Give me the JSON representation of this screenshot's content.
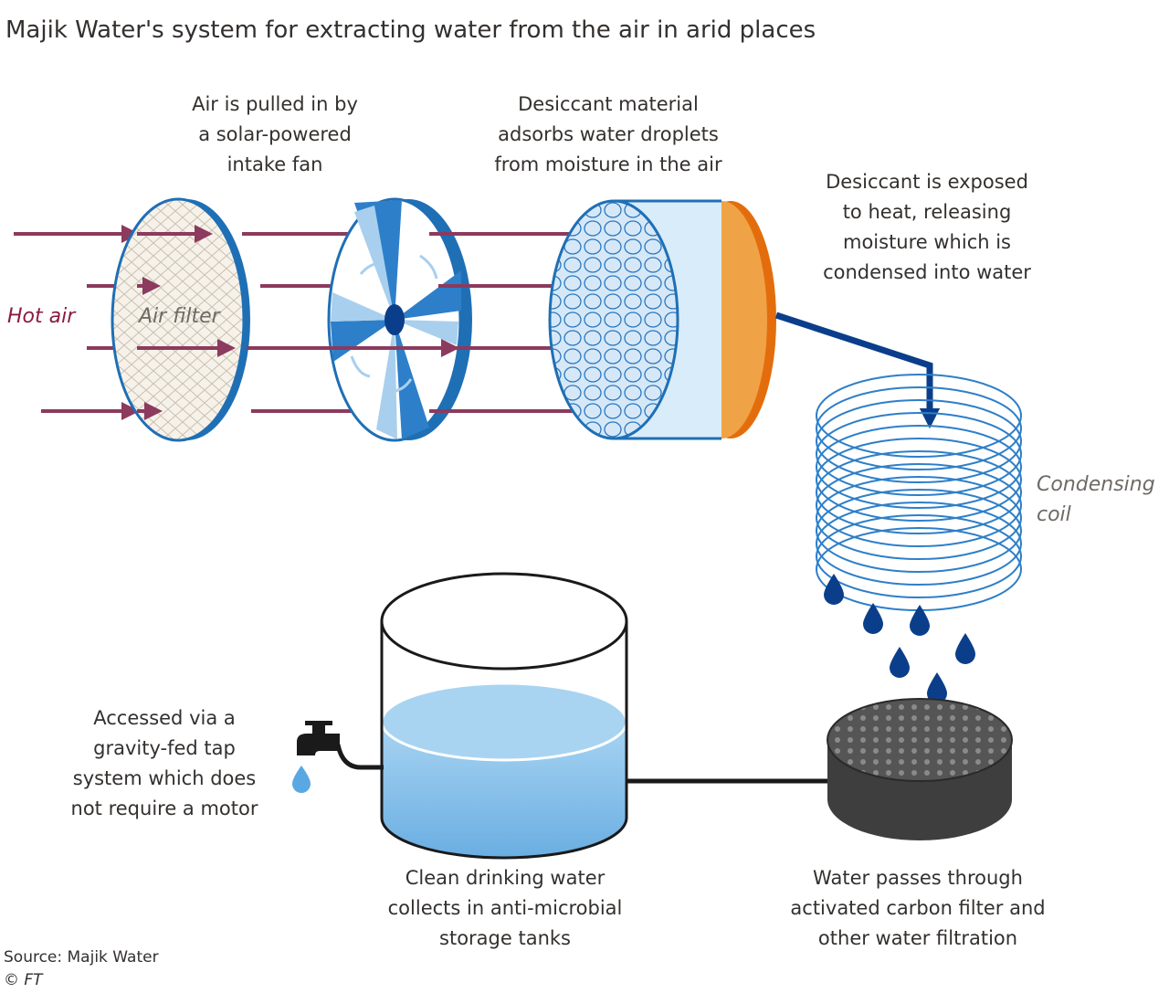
{
  "title": "Majik Water's system for extracting water from the air in arid places",
  "labels": {
    "hot_air": "Hot air",
    "air_filter": "Air filter",
    "fan": [
      "Air is pulled in by",
      "a solar-powered",
      "intake fan"
    ],
    "desiccant": [
      "Desiccant material",
      "adsorbs water droplets",
      "from moisture in the air"
    ],
    "heat": [
      "Desiccant is exposed",
      "to heat, releasing",
      "moisture which is",
      "condensed into water"
    ],
    "coil": [
      "Condensing",
      "coil"
    ],
    "tap": [
      "Accessed via a",
      "gravity-fed tap",
      "system which does",
      "not require a motor"
    ],
    "tank": [
      "Clean drinking water",
      "collects in anti-microbial",
      "storage tanks"
    ],
    "carbon": [
      "Water passes through",
      "activated carbon filter and",
      "other water filtration"
    ]
  },
  "footer": {
    "source": "Source: Majik Water",
    "credit": "© FT"
  },
  "colors": {
    "outline_blue": "#1f6fb5",
    "pale_blue": "#d9ecf9",
    "dark_blue": "#0b3e8a",
    "arrow": "#8c3a5e",
    "hot_air_text": "#8c1b45",
    "heater_orange": "#e36d0c",
    "water_blue": "#7ab9e6",
    "carbon_dark": "#3e3e3e"
  }
}
